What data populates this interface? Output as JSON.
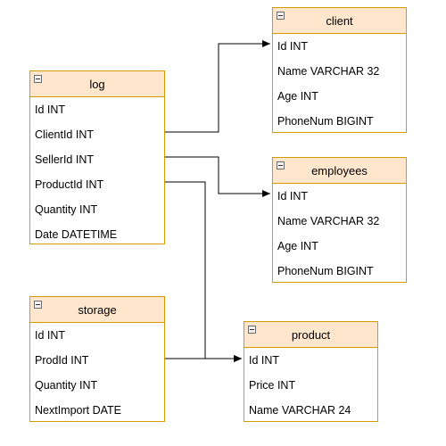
{
  "diagram": {
    "colors": {
      "header_fill": "#ffe6cc",
      "border": "#d79b00",
      "edge": "#000000"
    },
    "entities": {
      "log": {
        "title": "log",
        "fields": [
          "Id INT",
          "ClientId INT",
          "SellerId INT",
          "ProductId INT",
          "Quantity INT",
          "Date DATETIME"
        ]
      },
      "client": {
        "title": "client",
        "fields": [
          "Id INT",
          "Name VARCHAR 32",
          "Age INT",
          "PhoneNum BIGINT"
        ]
      },
      "employees": {
        "title": "employees",
        "fields": [
          "Id INT",
          "Name VARCHAR 32",
          "Age INT",
          "PhoneNum BIGINT"
        ]
      },
      "storage": {
        "title": "storage",
        "fields": [
          "Id INT",
          "ProdId INT",
          "Quantity INT",
          "NextImport DATE"
        ]
      },
      "product": {
        "title": "product",
        "fields": [
          "Id INT",
          "Price INT",
          "Name VARCHAR 24"
        ]
      }
    },
    "relations": [
      {
        "from": "log.ClientId",
        "to": "client.Id"
      },
      {
        "from": "log.SellerId",
        "to": "employees.Id"
      },
      {
        "from": "log.ProductId",
        "to": "product.Id"
      },
      {
        "from": "storage.ProdId",
        "to": "product.Id"
      }
    ]
  }
}
